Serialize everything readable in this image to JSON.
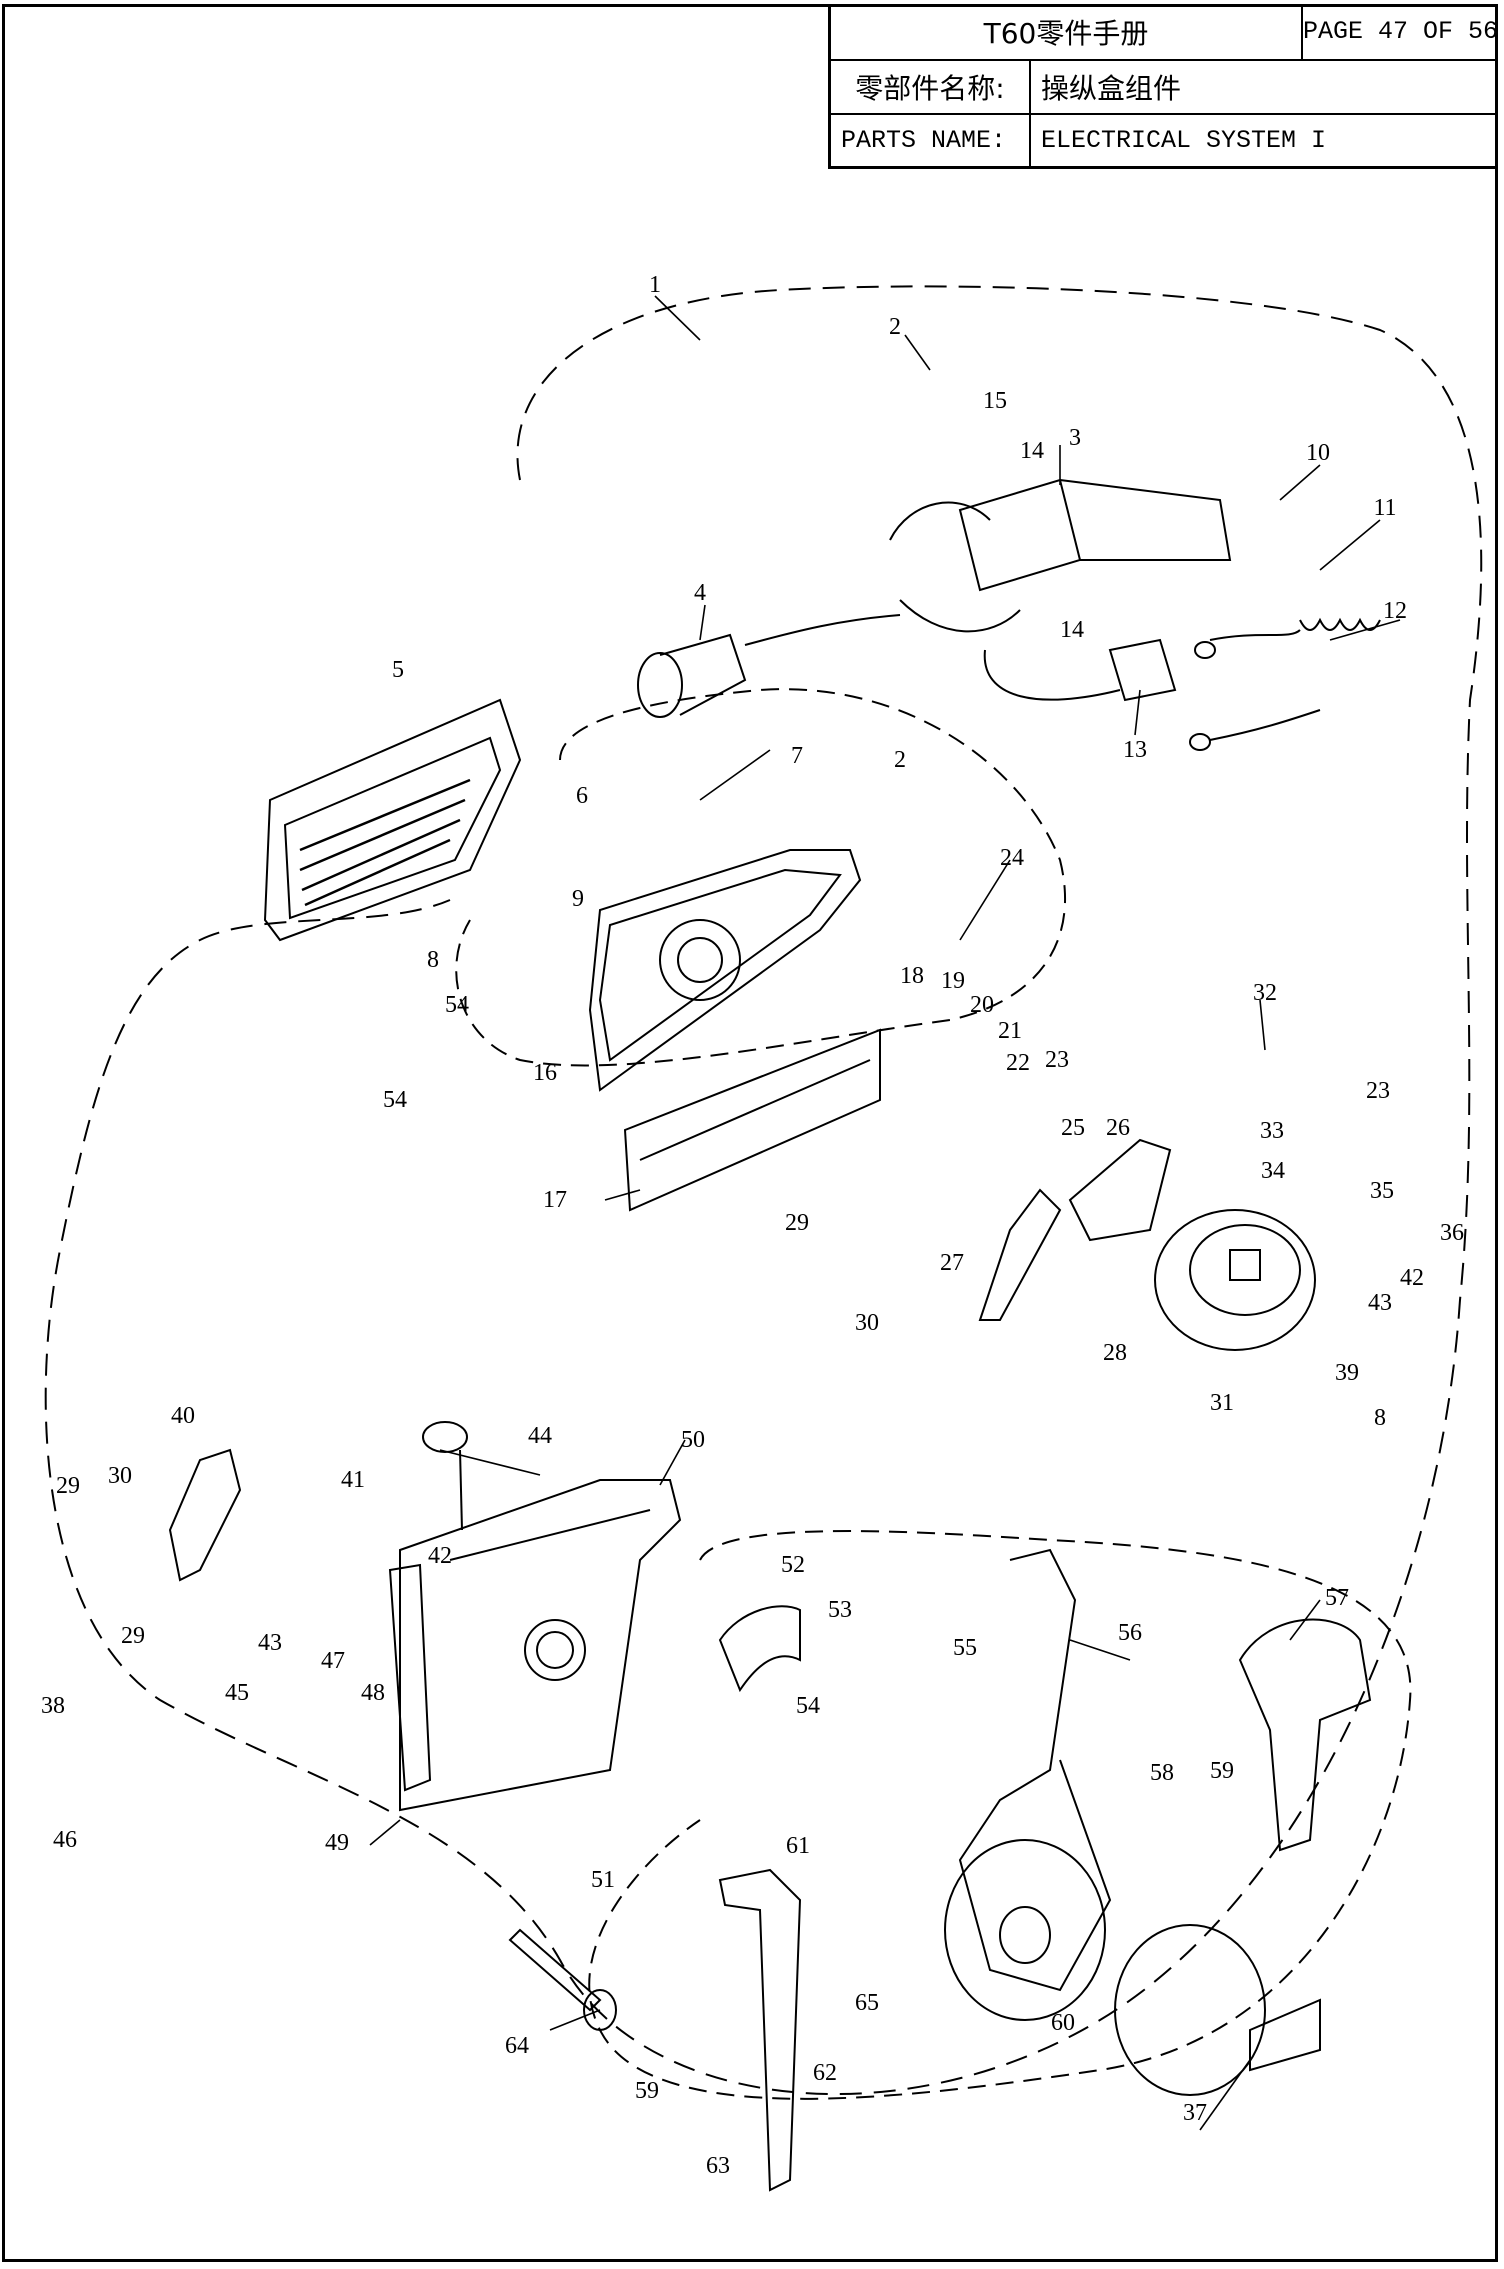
{
  "header": {
    "manual_title": "T60零件手册",
    "page_label": "PAGE 47 OF 56",
    "cn_name_label": "零部件名称:",
    "cn_name_value": "操纵盒组件",
    "en_name_label": "PARTS NAME:",
    "en_name_value": "ELECTRICAL SYSTEM I"
  },
  "callouts": [
    "1",
    "2",
    "15",
    "14",
    "3",
    "10",
    "11",
    "12",
    "4",
    "14",
    "13",
    "2",
    "5",
    "6",
    "7",
    "24",
    "9",
    "8",
    "54",
    "16",
    "54",
    "18",
    "19",
    "20",
    "21",
    "22",
    "23",
    "32",
    "23",
    "33",
    "34",
    "35",
    "36",
    "17",
    "25",
    "26",
    "29",
    "27",
    "30",
    "28",
    "31",
    "42",
    "43",
    "39",
    "8",
    "40",
    "44",
    "50",
    "29",
    "30",
    "41",
    "42",
    "43",
    "47",
    "48",
    "45",
    "29",
    "52",
    "53",
    "55",
    "56",
    "57",
    "38",
    "54",
    "58",
    "59",
    "46",
    "49",
    "51",
    "61",
    "65",
    "60",
    "64",
    "59",
    "62",
    "37",
    "63"
  ]
}
